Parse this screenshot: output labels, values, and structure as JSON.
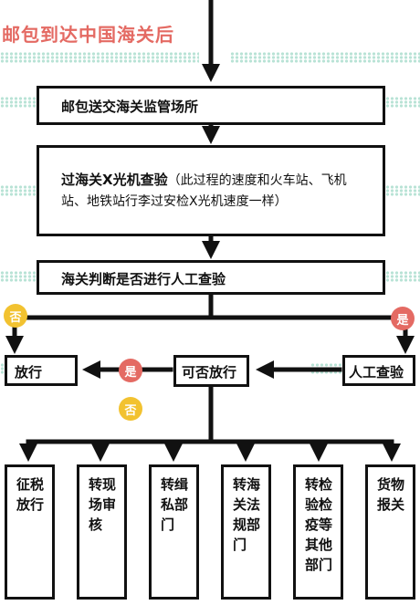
{
  "title": "邮包到达中国海关后",
  "steps": {
    "s1": "邮包送交海关监管场所",
    "s2_bold": "过海关X光机查验",
    "s2_rest": "（此过程的速度和火车站、飞机站、地铁站行李过安检X光机速度一样）",
    "s3": "海关判断是否进行人工查验"
  },
  "badges": {
    "no": "否",
    "yes": "是"
  },
  "row": {
    "release": "放行",
    "decide": "可否放行",
    "manual": "人工查验"
  },
  "outcomes": [
    "征税放行",
    "转现场审核",
    "转缉私部门",
    "转海关法规部门",
    "转检验检疫等其他部门",
    "货物报关"
  ],
  "colors": {
    "accent_red": "#e46a63",
    "accent_yellow": "#f2c230",
    "band_mint": "#b9e3d6",
    "line": "#111111"
  }
}
